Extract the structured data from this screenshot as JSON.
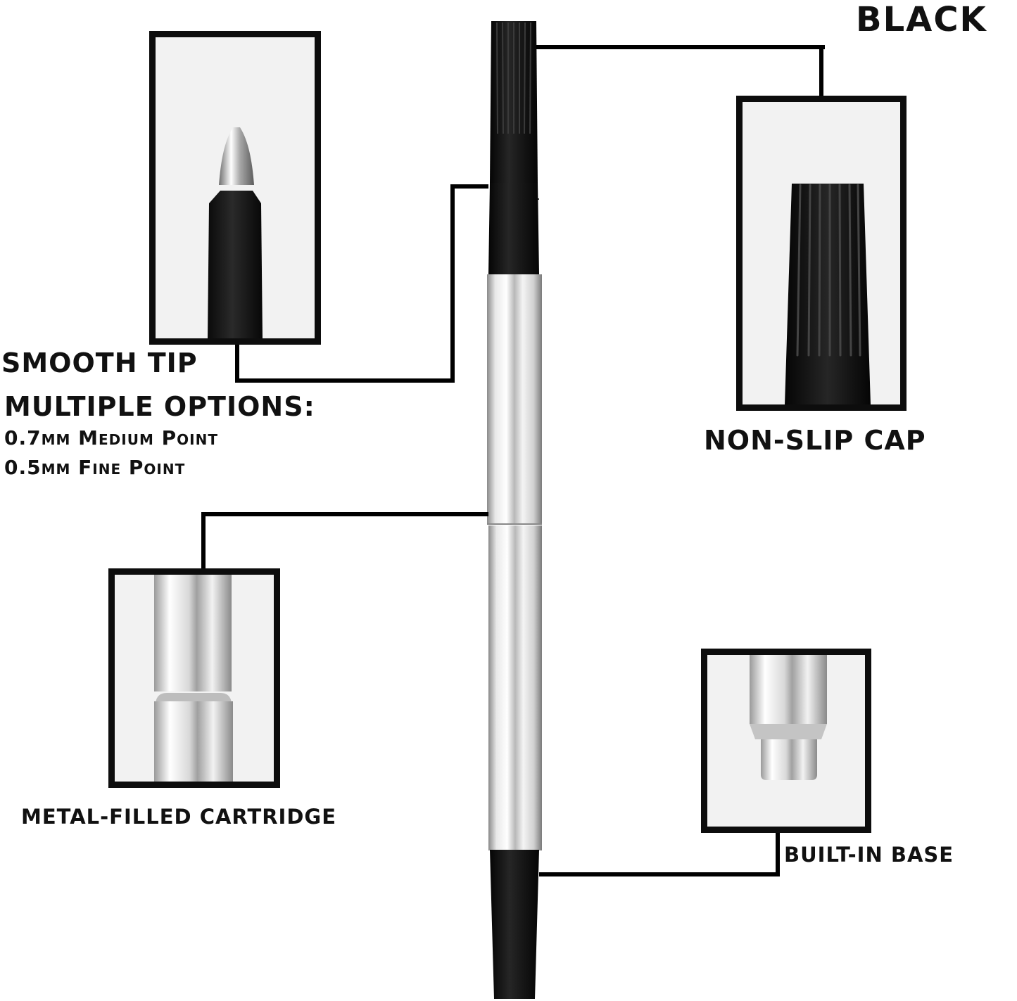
{
  "product": {
    "color_label": "BLACK"
  },
  "callouts": {
    "smooth_tip": "SMOOTH TIP",
    "multiple_options": "MULTIPLE OPTIONS:",
    "option_medium": "0.7mm Medium Point",
    "option_fine": "0.5mm Fine Point",
    "non_slip_cap": "NON-SLIP CAP",
    "cartridge": "METAL-FILLED CARTRIDGE",
    "built_in_base": "BUILT-IN BASE"
  },
  "colors": {
    "pen_black": "#141414",
    "barrel_silver": "#c8c8c8",
    "zoom_background": "#f2f2f2",
    "frame_black": "#0d0d0d"
  },
  "icons": [
    "pen-illustration",
    "pen-tip-icon",
    "pen-cap-icon",
    "pen-cartridge-icon",
    "pen-base-icon"
  ]
}
